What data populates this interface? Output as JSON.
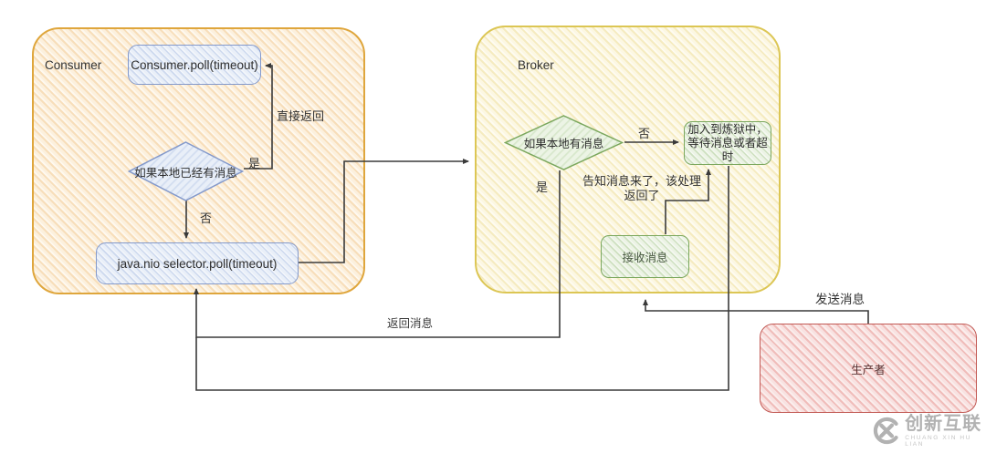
{
  "diagram": {
    "consumer": {
      "title": "Consumer",
      "poll_box": "Consumer.poll(timeout)",
      "decision": "如果本地已经有消息",
      "selector_box": "java.nio selector.poll(timeout)",
      "label_direct_return": "直接返回",
      "label_yes": "是",
      "label_no": "否"
    },
    "broker": {
      "title": "Broker",
      "decision": "如果本地有消息",
      "purgatory_box": "加入到炼狱中，等待消息或者超时",
      "receive_box": "接收消息",
      "label_yes": "是",
      "label_no": "否",
      "note_line1": "告知消息来了，该处理",
      "note_line2": "返回了"
    },
    "producer": {
      "label": "生产者"
    },
    "edges": {
      "return_message": "返回消息",
      "send_message": "发送消息"
    }
  },
  "watermark": {
    "brand": "创新互联",
    "subtext": "CHUANG XIN HU LIAN"
  },
  "colors": {
    "consumer_container_border": "#dfa63c",
    "broker_container_border": "#dcc654",
    "blue_node_border": "#8399cb",
    "green_node_border": "#7aa75d",
    "producer_border": "#c25a55",
    "connector": "#3a3a3a",
    "watermark_gray": "#b2b2b2"
  }
}
